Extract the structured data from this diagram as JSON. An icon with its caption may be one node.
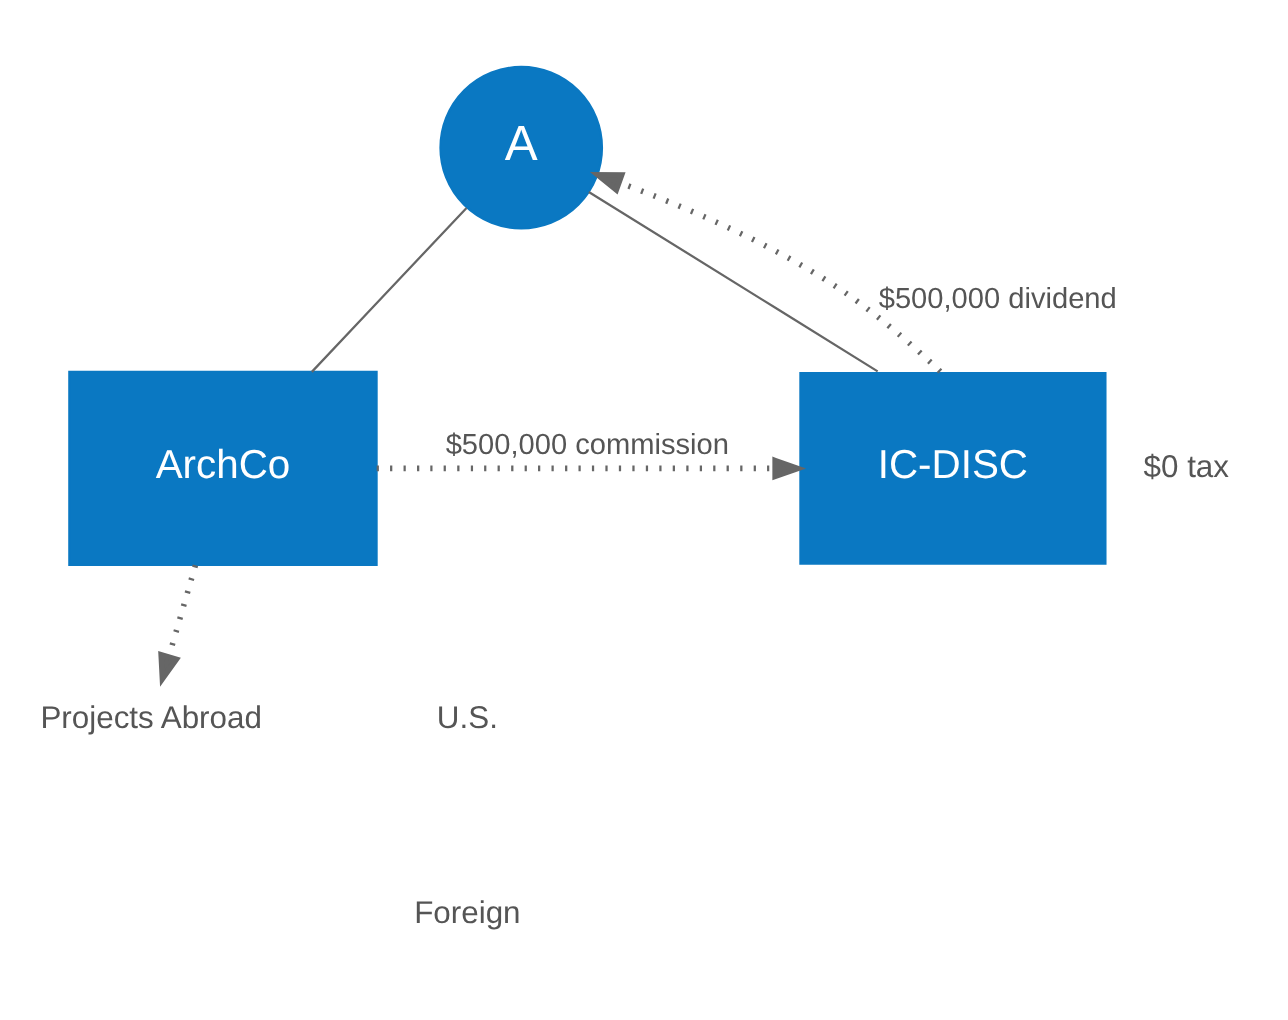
{
  "diagram": {
    "nodes": [
      {
        "text": [
          "A"
        ]
      },
      {
        "text": [
          "ArchCo"
        ]
      },
      {
        "text": [
          "IC-DISC"
        ],
        "beside": [
          "$0 tax"
        ]
      },
      {
        "text": [
          "Projects Abroad"
        ]
      }
    ],
    "edges": [
      {
        "from": 0,
        "to": 1,
        "arrow": "none"
      },
      {
        "from": 0,
        "to": 2,
        "arrow": "none"
      },
      {
        "from": 2,
        "to": 0,
        "arrow": "to",
        "label": "$500,000 dividend",
        "style": "dashed"
      },
      {
        "from": 1,
        "to": 2,
        "arrow": "to",
        "label": "$500,000 commission",
        "style": "dashed"
      },
      {
        "from": 1,
        "to": 3,
        "arrow": "to",
        "style": "dashed"
      }
    ],
    "labels": [
      "U.S.",
      "Foreign"
    ]
  }
}
